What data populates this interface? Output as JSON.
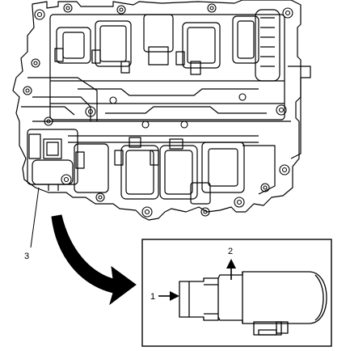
{
  "callouts": {
    "one": "1",
    "two": "2",
    "three": "3"
  },
  "colors": {
    "line": "#000000",
    "paper": "#ffffff",
    "shade": "#d9d9d9"
  },
  "icons": {
    "main_figure": "valve-body-assembly-icon",
    "solenoid": "shift-solenoid-icon",
    "curved_arrow": "curved-arrow-icon",
    "push_arrow": "push-arrow-icon",
    "lift_arrow": "lift-arrow-icon"
  }
}
